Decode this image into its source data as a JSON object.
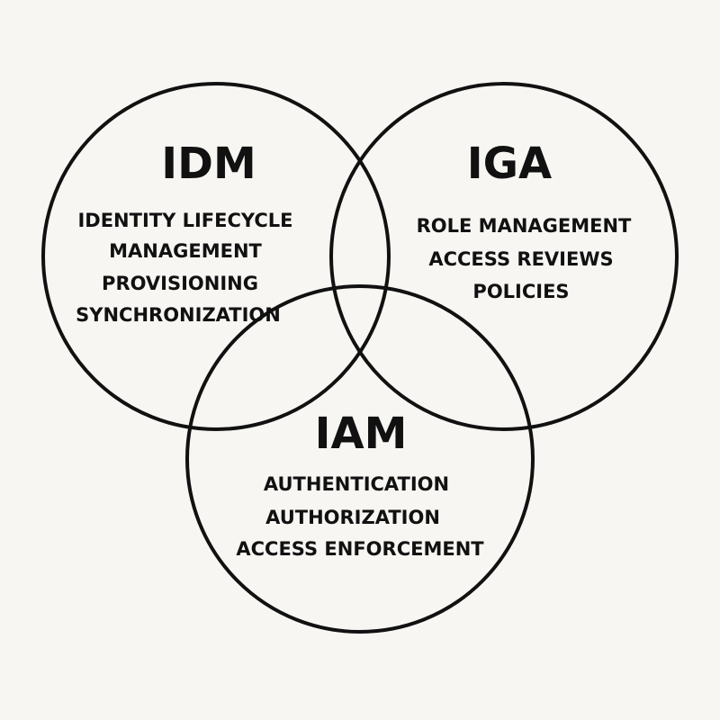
{
  "sets": [
    {
      "title": "IDM",
      "items": [
        "IDENTITY LIFECYCLE",
        "MANAGEMENT",
        "PROVISIONING",
        "SYNCHRONIZATION"
      ]
    },
    {
      "title": "IGA",
      "items": [
        "ROLE MANAGEMENT",
        "ACCESS REVIEWS",
        "POLICIES"
      ]
    },
    {
      "title": "IAM",
      "items": [
        "AUTHENTICATION",
        "AUTHORIZATION",
        "ACCESS ENFORCEMENT"
      ]
    }
  ],
  "colors": {
    "background": "#f7f6f3",
    "stroke": "#111111",
    "text": "#111111"
  }
}
